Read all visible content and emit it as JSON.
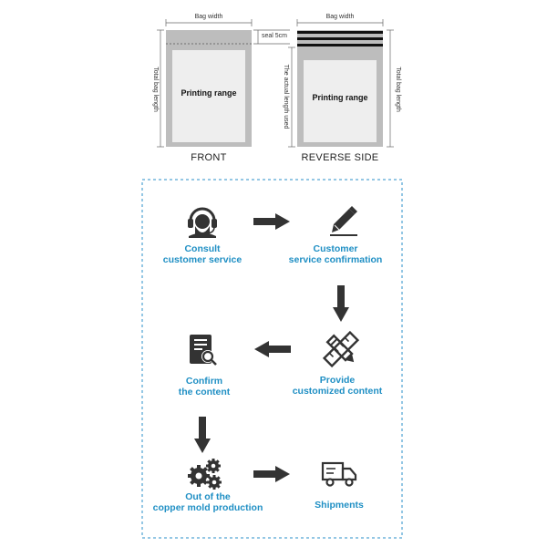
{
  "diagram": {
    "front": {
      "bag_width_label": "Bag width",
      "seal_label": "seal 5cm",
      "total_length_label": "Total bag length",
      "printing_range_label": "Printing range",
      "side_title": "FRONT"
    },
    "reverse": {
      "bag_width_label": "Bag width",
      "actual_length_label": "The actual length used",
      "total_length_label": "Total bag length",
      "printing_range_label": "Printing range",
      "side_title": "REVERSE SIDE"
    },
    "process": {
      "steps": [
        {
          "line1": "Consult",
          "line2": "customer service",
          "icon": "headset-icon"
        },
        {
          "line1": "Customer",
          "line2": "service confirmation",
          "icon": "pencil-icon"
        },
        {
          "line1": "Provide",
          "line2": "customized content",
          "icon": "ruler-pencil-icon"
        },
        {
          "line1": "Confirm",
          "line2": "the content",
          "icon": "document-search-icon"
        },
        {
          "line1": "Out of the",
          "line2": "copper mold production",
          "icon": "gears-icon"
        },
        {
          "line1": "Shipments",
          "line2": "",
          "icon": "truck-icon"
        }
      ]
    },
    "colors": {
      "step_text": "#1f8fc4",
      "frame_dash": "#2a8fc8",
      "bag_gray": "#bdbdbd",
      "print_area": "#eeeeee",
      "arrow": "#333333"
    }
  }
}
